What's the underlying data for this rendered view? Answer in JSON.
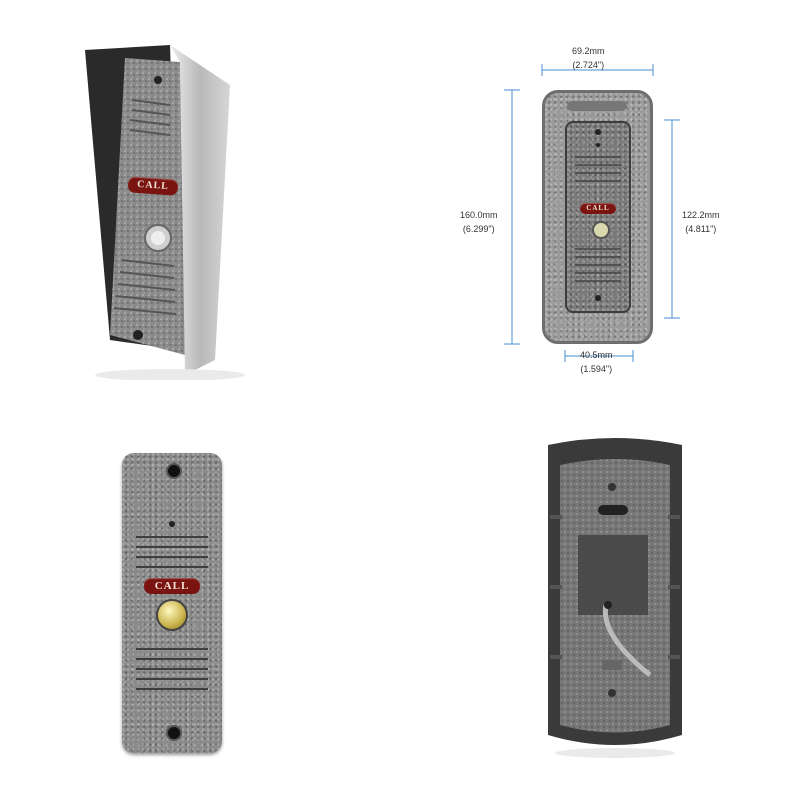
{
  "photos": {
    "angled_view": {
      "call_label": "CALL"
    },
    "dimension_view": {
      "call_label": "CALL",
      "width": {
        "mm": "69.2mm",
        "in": "(2.724\")"
      },
      "height": {
        "mm": "160.0mm",
        "in": "(6.299\")"
      },
      "panel_height": {
        "mm": "122.2mm",
        "in": "(4.811\")"
      },
      "panel_width": {
        "mm": "40.5mm",
        "in": "(1.594\")"
      }
    },
    "front_view": {
      "call_label": "CALL"
    },
    "back_view": {}
  },
  "colors": {
    "dimension_line": "#4a8fd1",
    "call_badge": "#7a1410",
    "metal": "#8c8c8c"
  }
}
